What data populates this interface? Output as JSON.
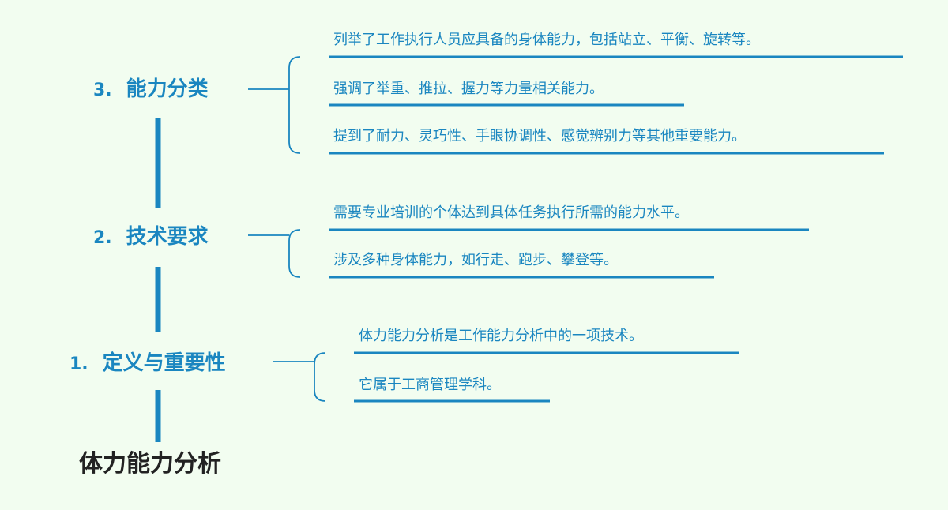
{
  "title": "体力能力分析",
  "colors": {
    "background": "#f2fdf0",
    "accent": "#1a86c0",
    "title": "#222222"
  },
  "categories": [
    {
      "number": "3.",
      "label": "能力分类",
      "items": [
        "列举了工作执行人员应具备的身体能力，包括站立、平衡、旋转等。",
        "强调了举重、推拉、握力等力量相关能力。",
        "提到了耐力、灵巧性、手眼协调性、感觉辨别力等其他重要能力。"
      ]
    },
    {
      "number": "2.",
      "label": "技术要求",
      "items": [
        "需要专业培训的个体达到具体任务执行所需的能力水平。",
        "涉及多种身体能力，如行走、跑步、攀登等。"
      ]
    },
    {
      "number": "1.",
      "label": "定义与重要性",
      "items": [
        "体力能力分析是工作能力分析中的一项技术。",
        "它属于工商管理学科。"
      ]
    }
  ]
}
